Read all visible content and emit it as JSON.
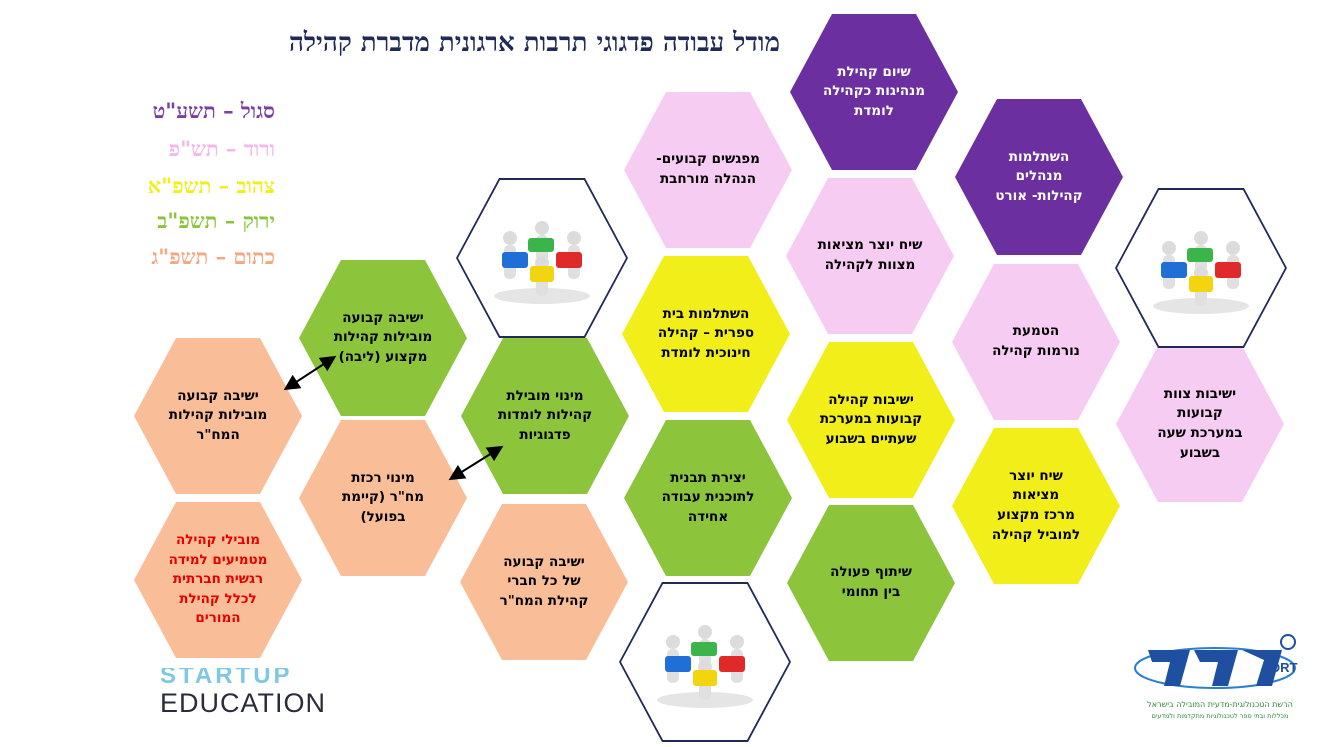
{
  "title": "מודל עבודה פדגוגי תרבות ארגונית מדברת קהילה",
  "legend": [
    {
      "text": "סגול – תשע\"ט",
      "color": "#7b3fa0"
    },
    {
      "text": "ורוד – תש\"פ",
      "color": "#f2b8ea"
    },
    {
      "text": "צהוב – תשפ\"א",
      "color": "#f1ee1a"
    },
    {
      "text": "ירוק – תשפ\"ב",
      "color": "#8cc43c"
    },
    {
      "text": "כתום – תשפ\"ג",
      "color": "#f4a882"
    }
  ],
  "hexes": [
    {
      "id": "siyum",
      "text": "שיום קהילת\nמנהיגות כקהילה\nלומדת",
      "fill": "#6b2fa0",
      "textColor": "#ffffff"
    },
    {
      "id": "hishtalmut-menahalim",
      "text": "השתלמות\nמנהלים\nקהילות- אורט",
      "fill": "#6b2fa0",
      "textColor": "#ffffff"
    },
    {
      "id": "mifgashim",
      "text": "מפגשים קבועים-\nהנהלה מורחבת",
      "fill": "#f6ccf2",
      "textColor": "#000000"
    },
    {
      "id": "siach-mitzuyot",
      "text": "שיח יוצר מציאות\nמצוות לקהילה",
      "fill": "#f6ccf2",
      "textColor": "#000000"
    },
    {
      "id": "hatmaat",
      "text": "הטמעת\nנורמות קהילה",
      "fill": "#f6ccf2",
      "textColor": "#000000"
    },
    {
      "id": "yeshivot-tzevet",
      "text": "ישיבות צוות קבועות\nבמערכת שעה בשבוע",
      "fill": "#f6ccf2",
      "textColor": "#000000"
    },
    {
      "id": "hishtalmut-beit",
      "text": "השתלמות בית\nספרית – קהילה\nחינוכית לומדת",
      "fill": "#f1ee1a",
      "textColor": "#000000"
    },
    {
      "id": "yeshivot-kehila",
      "text": "ישיבות קהילה\nקבועות במערכת\nשעתיים בשבוע",
      "fill": "#f1ee1a",
      "textColor": "#000000"
    },
    {
      "id": "siach-merkaz",
      "text": "שיח יוצר\nמציאות\nמרכז מקצוע\nלמוביל קהילה",
      "fill": "#f1ee1a",
      "textColor": "#000000"
    },
    {
      "id": "yeshiva-mikzua",
      "text": "ישיבה קבועה\nמובילות קהילות\nמקצוע (ליבה)",
      "fill": "#8cc43c",
      "textColor": "#000000"
    },
    {
      "id": "minui-movilat",
      "text": "מינוי מובילת\nקהילות לומדות\nפדגוגיות",
      "fill": "#8cc43c",
      "textColor": "#000000"
    },
    {
      "id": "yetzirat-tavnit",
      "text": "יצירת תבנית\nלתוכנית עבודה\nאחידה",
      "fill": "#8cc43c",
      "textColor": "#000000"
    },
    {
      "id": "shituf-peula",
      "text": "שיתוף פעולה\nבין תחומי",
      "fill": "#8cc43c",
      "textColor": "#000000"
    },
    {
      "id": "yeshiva-mahar",
      "text": "ישיבה קבועה\nמובילות קהילות\nהמח\"ר",
      "fill": "#f9bd97",
      "textColor": "#000000"
    },
    {
      "id": "minui-rakezet",
      "text": "מינוי רכזת\nמח\"ר (קיימת\nבפועל)",
      "fill": "#f9bd97",
      "textColor": "#000000"
    },
    {
      "id": "yeshiva-kol",
      "text": "ישיבה קבועה\nשל כל חברי\nקהילת המח\"ר",
      "fill": "#f9bd97",
      "textColor": "#000000"
    },
    {
      "id": "movilei-kehila",
      "text": "מובילי קהילה\nמטמיעים למידה\nרגשית חברתית\nלכלל קהילת\nהמורים",
      "fill": "#f9bd97",
      "textColor": "#e60000"
    }
  ],
  "logos": {
    "ort_tagline": "הרשת הטכנולוגית-מדעית המובילה בישראל",
    "ort_subtagline": "מכללות ובתי ספר לטכנולוגיות מתקדמות ולמדעים",
    "ort_latin": "ORT",
    "startup": "STARTUP",
    "education": "EDUCATION"
  },
  "colors": {
    "title": "#1f2a56",
    "hex_border": "#ffffff",
    "image_hex_border": "#1f2a56"
  }
}
